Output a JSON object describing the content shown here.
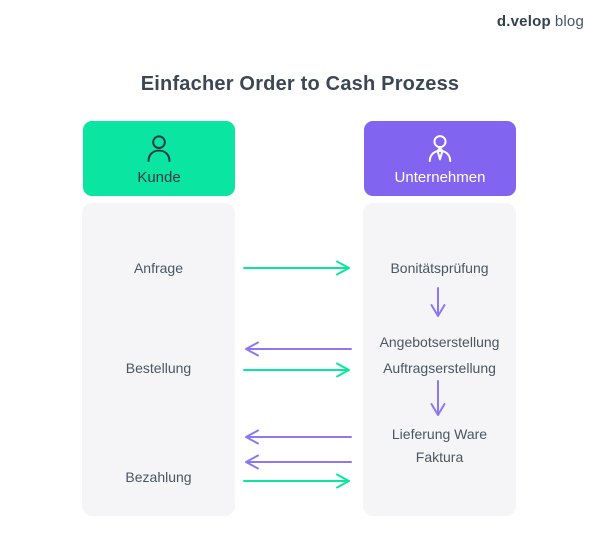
{
  "page": {
    "title": "Einfacher Order to Cash Prozess"
  },
  "logo": {
    "brand": "d.velop",
    "suffix": "blog"
  },
  "colors": {
    "green": "#0ae5a1",
    "purple": "#8165f0",
    "purple_arrow": "#8b78f3",
    "dark": "#2b3a48",
    "title": "#3b4754",
    "step_text": "#4b5563",
    "column_bg": "#f5f5f7",
    "logo": "#33414f"
  },
  "columns": {
    "kunde": {
      "label": "Kunde",
      "steps": [
        "Anfrage",
        "Bestellung",
        "Bezahlung"
      ]
    },
    "unternehmen": {
      "label": "Unternehmen",
      "steps": [
        "Bonitätsprüfung",
        "Angebotserstellung",
        "Auftragserstellung",
        "Lieferung Ware",
        "Faktura"
      ]
    }
  },
  "arrows": {
    "anfrage_to_bonitaet": "right-green",
    "angebot_to_kunde": "left-purple",
    "bestellung_to_auftrag": "right-green",
    "lieferung_to_kunde": "left-purple",
    "faktura_to_kunde": "left-purple",
    "bezahlung_to_unternehmen": "right-green",
    "bonitaet_down": "down-purple",
    "auftrag_down": "down-purple"
  }
}
